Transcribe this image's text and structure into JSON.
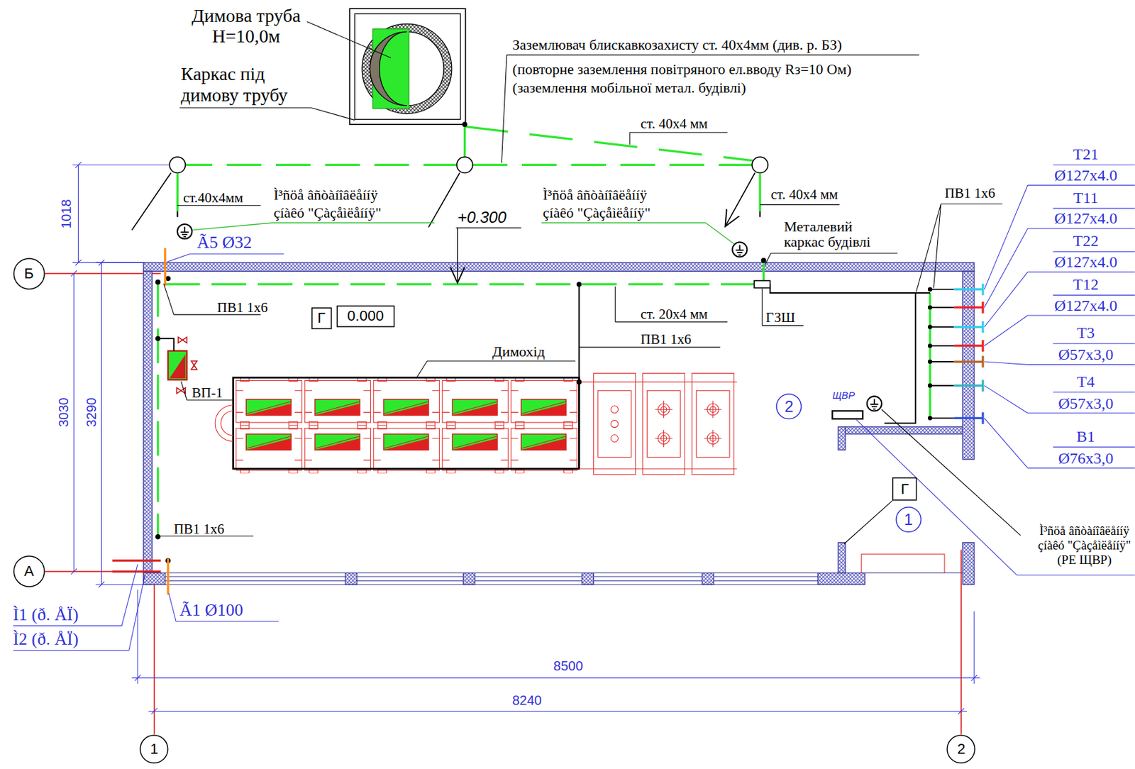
{
  "diagram": {
    "nodes": [
      {
        "text": [
          "Б"
        ]
      },
      {
        "text": [
          "Г"
        ]
      },
      {
        "text": [
          "0.000"
        ]
      },
      {
        "text": [
          "2"
        ]
      },
      {
        "text": [
          "Г"
        ]
      },
      {
        "text": [
          "1"
        ]
      },
      {
        "text": [
          "А"
        ]
      },
      {
        "text": [
          "1"
        ]
      },
      {
        "text": [
          "2"
        ]
      }
    ],
    "labels": [
      "Димова труба H=10,0м",
      "Каркас під димову трубу",
      "Заземлювач блискавкозахисту ст. 40х4мм (див. р. БЗ)",
      "(повторне заземлення повітряного ел.вводу Rз=10 Ом)",
      "(заземлення мобільної метал. будівлі)",
      "ст. 40х4 мм",
      "Т21",
      "Ø127x4.0",
      "Т11",
      "Ø127x4.0",
      "ст.40х4мм",
      "Ì³ñöå âñòàíîâëåííÿ çíàêó \"Çàçåìëåííÿ\"",
      "+0.300",
      "Ì³ñöå âñòàíîâëåííÿ çíàêó \"Çàçåìëåííÿ\"",
      "ст. 40х4 мм",
      "ПВ1 1х6",
      "Т22",
      "Ø127x4.0",
      "1018",
      "Ã5 Ø32",
      "Металевий каркас будівлі",
      "Т12",
      "Ø127x4.0",
      "ПВ1 1х6",
      "ст. 20х4 мм",
      "ГЗШ",
      "Т3",
      "Ø57x3,0",
      "ПВ1 1х6",
      "Димохід",
      "Т4",
      "Ø57x3,0",
      "ВП-1",
      "ЩВР",
      "3030",
      "3290",
      "В1",
      "Ø76x3,0",
      "ПВ1 1х6",
      "Ì³ñöå âñòàíîâëåííÿ çíàêó \"Çàçåìëåííÿ\" (РЕ ЩВР)",
      "Ì1 (ð. ÅÏ)",
      "Ì2 (ð. ÅÏ)",
      "Ã1 Ø100",
      "8500",
      "8240"
    ]
  }
}
